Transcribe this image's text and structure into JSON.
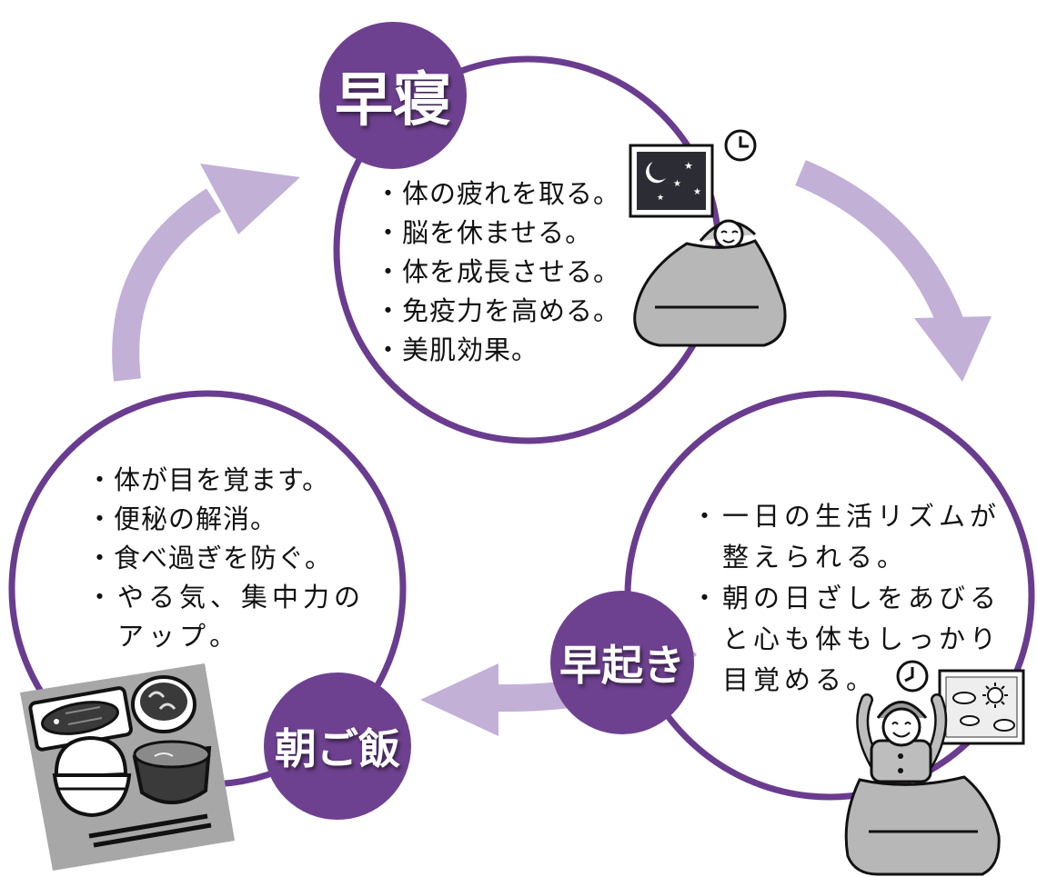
{
  "colors": {
    "ring": "#6a3c8f",
    "badge": "#6e4190",
    "arrow": "#c2b0d7"
  },
  "cycle": {
    "sleep": {
      "title": "早寝",
      "items": [
        "・体の疲れを取る。",
        "・脳を休ませる。",
        "・体を成長させる。",
        "・免疫力を高める。",
        "・美肌効果。"
      ],
      "illustration": "sleeping-child-night-window-clock-icon"
    },
    "wake": {
      "title": "早起き",
      "items": [
        "・一日の生活リズムが",
        "　整えられる。",
        "・朝の日ざしをあびる",
        "　と心も体もしっかり",
        "　目覚める。"
      ],
      "illustration": "waking-child-sun-window-clock-icon"
    },
    "breakfast": {
      "title": "朝ご飯",
      "items": [
        "・体が目を覚ます。",
        "・便秘の解消。",
        "・食べ過ぎを防ぐ。",
        "・やる気、集中力の",
        "　アップ。"
      ],
      "illustration": "japanese-breakfast-tray-icon"
    }
  }
}
